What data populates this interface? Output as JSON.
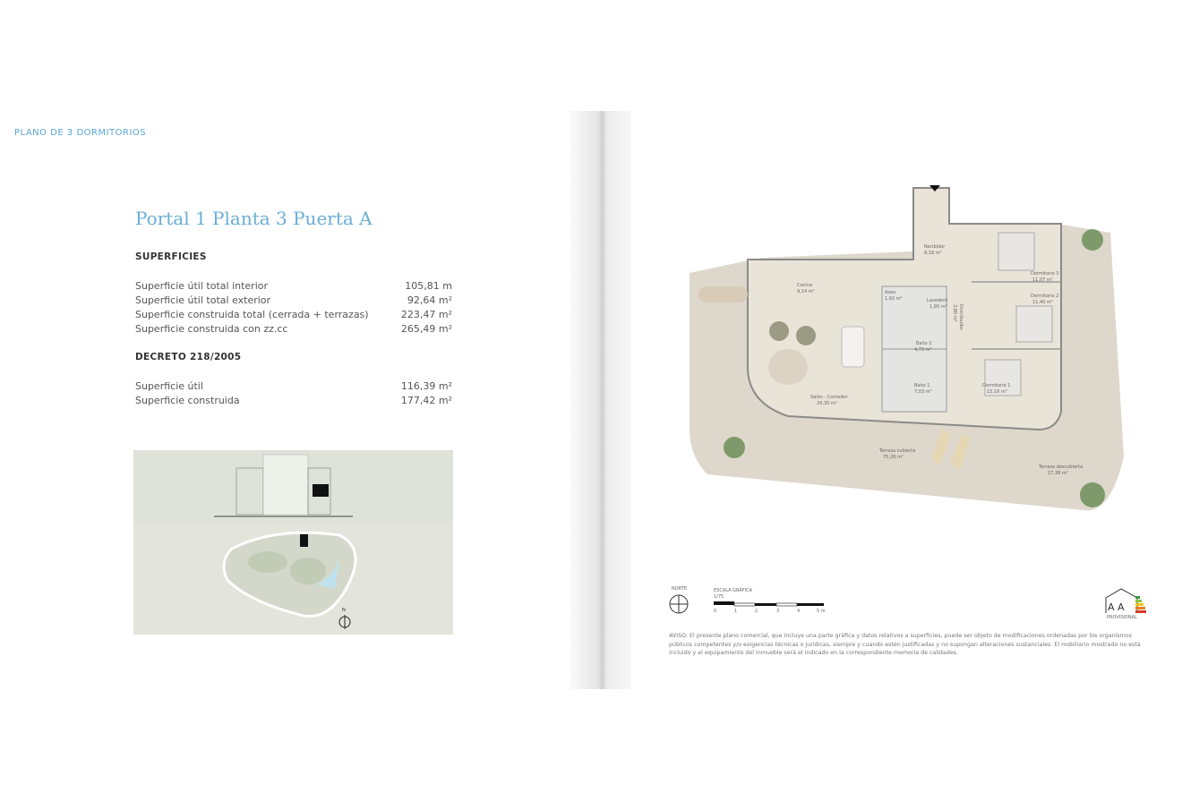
{
  "section_label": "PLANO DE 3 DORMITORIOS",
  "title": "Portal 1 Planta 3 Puerta A",
  "superficies": {
    "heading": "SUPERFICIES",
    "rows": [
      {
        "label": "Superficie útil total interior",
        "value": "105,81 m"
      },
      {
        "label": "Superficie útil total exterior",
        "value": "92,64 m²"
      },
      {
        "label": "Superficie construida total (cerrada + terrazas)",
        "value": "223,47 m²"
      },
      {
        "label": "Superficie construida con zz.cc",
        "value": "265,49 m²"
      }
    ]
  },
  "decreto": {
    "heading": "DECRETO 218/2005",
    "rows": [
      {
        "label": "Superficie útil",
        "value": "116,39 m²"
      },
      {
        "label": "Superficie construida",
        "value": "177,42 m²"
      }
    ]
  },
  "locator": {
    "north": "N"
  },
  "plan": {
    "rooms": [
      {
        "name": "Recibidor",
        "area": "8,18 m²"
      },
      {
        "name": "Cocina",
        "area": "9,14 m²"
      },
      {
        "name": "Aseo",
        "area": "1,92 m²"
      },
      {
        "name": "Lavadero",
        "area": "1,90 m²"
      },
      {
        "name": "Distribuidor",
        "area": "3,80 m²"
      },
      {
        "name": "Baño 2",
        "area": "4,79 m²"
      },
      {
        "name": "Baño 1",
        "area": "7,03 m²"
      },
      {
        "name": "Salón - Comedor",
        "area": "29,30 m²"
      },
      {
        "name": "Dormitorio 3",
        "area": "11,07 m²"
      },
      {
        "name": "Dormitorio 2",
        "area": "11,40 m²"
      },
      {
        "name": "Dormitorio 1",
        "area": "15,16 m²"
      },
      {
        "name": "Terraza cubierta",
        "area": "75,26 m²"
      },
      {
        "name": "Terraza descubierta",
        "area": "17,38 m²"
      }
    ]
  },
  "legend": {
    "north": "NORTE",
    "scale_title": "ESCALA GRÁFICA",
    "scale_sub": "1/75",
    "scale_ticks": [
      "0",
      "1",
      "2",
      "3",
      "4",
      "5 m"
    ],
    "energy": "A A",
    "energy_note": "PROVISIONAL"
  },
  "aviso": "AVISO: El presente plano comercial, que incluye una parte gráfica y datos relativos a superficies, puede ser objeto de modificaciones ordenadas por los organismos públicos competentes y/o exigencias técnicas o jurídicas, siempre y cuando estén justificadas y no supongan alteraciones sustanciales. El mobiliario mostrado no está incluido y el equipamiento del inmueble será el indicado en la correspondiente memoria de calidades.",
  "colors": {
    "accent": "#6aaed6",
    "plan_floor": "#e9e4d8",
    "terrace": "#ddd8cb"
  }
}
